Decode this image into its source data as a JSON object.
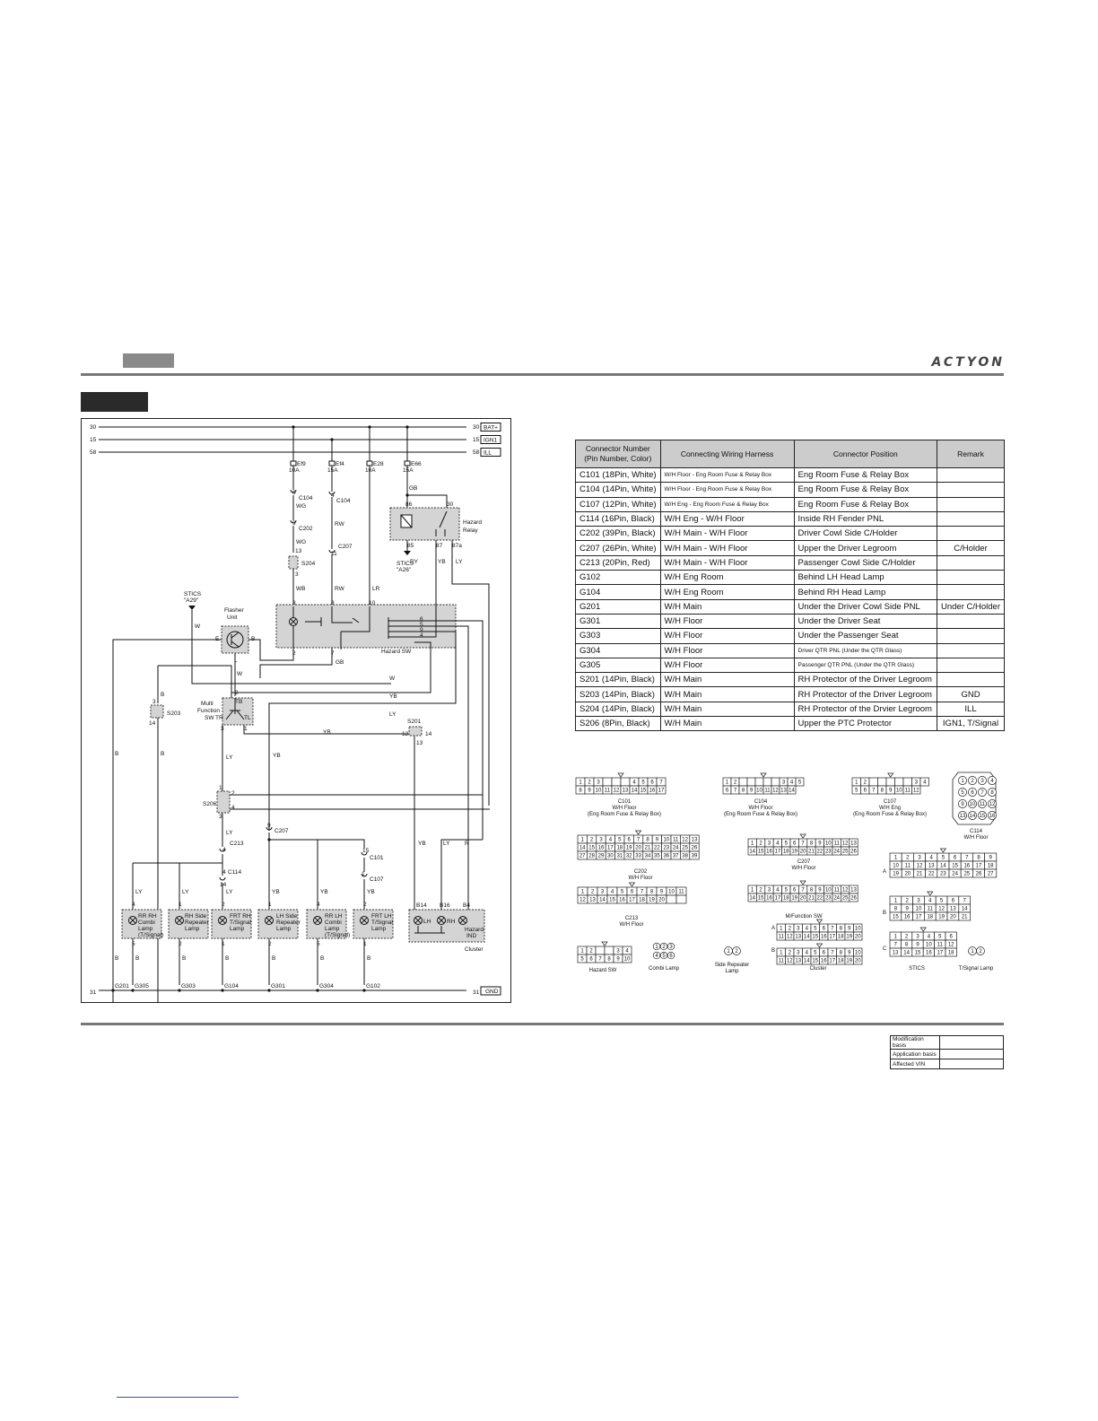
{
  "header": {
    "brand_logo": "ACTYON"
  },
  "diagram": {
    "buses": [
      {
        "num": "30",
        "label": "BAT+"
      },
      {
        "num": "15",
        "label": "IGN1"
      },
      {
        "num": "58",
        "label": "ILL"
      }
    ],
    "fuses": [
      {
        "name": "Ef9",
        "amp": "10A"
      },
      {
        "name": "Ef4",
        "amp": "15A"
      },
      {
        "name": "E28",
        "amp": "10A"
      },
      {
        "name": "E66",
        "amp": "15A"
      }
    ],
    "labels": {
      "c104a": "C104",
      "c104b": "C104",
      "c202": "C202",
      "c207a": "C207",
      "c207b": "C207",
      "s204": "S204",
      "s203": "S203",
      "s201": "S201",
      "s206": "S206",
      "c213": "C213",
      "c114": "C114",
      "c101": "C101",
      "c107": "C107",
      "hazard_relay": [
        "Hazard",
        "Relay"
      ],
      "stics_a26": [
        "STICS",
        "\"A26\""
      ],
      "stics_a29": [
        "STICS",
        "\"A29\""
      ],
      "flasher": [
        "Flasher",
        "Unit"
      ],
      "hazard_sw": "Hazard SW",
      "multi_sw": [
        "Multi",
        "Function",
        "SW"
      ],
      "cluster": "Cluster",
      "hazard_ind": [
        "Hazard",
        "IND"
      ]
    },
    "wire_colors": {
      "wg": "WG",
      "wb": "WB",
      "rw": "RW",
      "lr": "LR",
      "gb": "GB",
      "ry": "RY",
      "yb": "YB",
      "ly": "LY",
      "w": "W",
      "b": "B",
      "r": "R"
    },
    "pins": {
      "relay": [
        "86",
        "30",
        "85",
        "87",
        "87a"
      ],
      "hazard_sw": [
        "3",
        "8",
        "10",
        "2",
        "7",
        "6",
        "5",
        "9",
        "4"
      ],
      "cluster": [
        "B14",
        "B16",
        "B4"
      ]
    },
    "lamps": [
      {
        "pin": "4",
        "name": [
          "RR RH",
          "Combi",
          "Lamp",
          "(T/Signal)"
        ],
        "pin2": "5"
      },
      {
        "pin": "1",
        "name": [
          "RH Side",
          "Repeater",
          "Lamp"
        ],
        "pin2": "2"
      },
      {
        "pin": "2",
        "name": [
          "FRT RH",
          "T/Signal",
          "Lamp"
        ],
        "pin2": "1"
      },
      {
        "pin": "1",
        "name": [
          "LH Side",
          "Repeater",
          "Lamp"
        ],
        "pin2": "2"
      },
      {
        "pin": "4",
        "name": [
          "RR LH",
          "Combi",
          "Lamp",
          "(T/Signal)"
        ],
        "pin2": "5"
      },
      {
        "pin": "2",
        "name": [
          "FRT LH",
          "T/Signal",
          "Lamp"
        ],
        "pin2": "1"
      }
    ],
    "cluster_lamps": [
      "LH",
      "RH"
    ],
    "grounds": [
      "G201",
      "G305",
      "G303",
      "G104",
      "G301",
      "G304",
      "G102"
    ],
    "gnd_bus": {
      "num": "31",
      "label": "GND"
    }
  },
  "connector_table": {
    "headers": [
      "Connector Number (Pin Number, Color)",
      "Connecting Wiring Harness",
      "Connector Position",
      "Remark"
    ],
    "rows": [
      [
        "C101 (18Pin, White)",
        "W/H Floor - Eng Room Fuse & Relay Box",
        "Eng Room Fuse & Relay Box",
        ""
      ],
      [
        "C104 (14Pin, White)",
        "W/H Floor - Eng Room Fuse & Relay Box",
        "Eng Room Fuse & Relay Box",
        ""
      ],
      [
        "C107 (12Pin, White)",
        "W/H Eng - Eng Room Fuse & Relay Box",
        "Eng Room Fuse & Relay Box",
        ""
      ],
      [
        "C114 (16Pin, Black)",
        "W/H Eng - W/H Floor",
        "Inside RH Fender PNL",
        ""
      ],
      [
        "C202 (39Pin, Black)",
        "W/H Main - W/H Floor",
        "Driver Cowl Side C/Holder",
        ""
      ],
      [
        "C207 (26Pin, White)",
        "W/H Main - W/H Floor",
        "Upper the Driver Legroom",
        "C/Holder"
      ],
      [
        "C213 (20Pin, Red)",
        "W/H Main - W/H Floor",
        "Passenger Cowl Side C/Holder",
        ""
      ],
      [
        "G102",
        "W/H Eng Room",
        "Behind LH Head Lamp",
        ""
      ],
      [
        "G104",
        "W/H Eng Room",
        "Behind RH Head Lamp",
        ""
      ],
      [
        "G201",
        "W/H Main",
        "Under the Driver Cowl Side PNL",
        "Under C/Holder"
      ],
      [
        "G301",
        "W/H Floor",
        "Under the Driver Seat",
        ""
      ],
      [
        "G303",
        "W/H Floor",
        "Under the Passenger Seat",
        ""
      ],
      [
        "G304",
        "W/H Floor",
        "Driver QTR PNL (Under the QTR Glass)",
        ""
      ],
      [
        "G305",
        "W/H Floor",
        "Passenger QTR PNL (Under the QTR Glass)",
        ""
      ],
      [
        "S201 (14Pin, Black)",
        "W/H Main",
        "RH Protector of the Driver Legroom",
        ""
      ],
      [
        "S203 (14Pin, Black)",
        "W/H Main",
        "RH Protector of the Driver Legroom",
        "GND"
      ],
      [
        "S204 (14Pin, Black)",
        "W/H Main",
        "RH Protector of the Drvier Legroom",
        "ILL"
      ],
      [
        "S206 (8Pin, Black)",
        "W/H Main",
        "Upper the PTC Protector",
        "IGN1, T/Signal"
      ]
    ]
  },
  "connector_views": {
    "c101": [
      "C101",
      "W/H Floor",
      "(Eng Room Fuse & Relay Box)"
    ],
    "c104": [
      "C104",
      "W/H Floor",
      "(Eng Room Fuse & Relay Box)"
    ],
    "c107": [
      "C107",
      "W/H Eng",
      "(Eng Room Fuse & Relay Box)"
    ],
    "c114": [
      "C114",
      "W/H Floor"
    ],
    "c202": [
      "C202",
      "W/H Floor"
    ],
    "c207": [
      "C207",
      "W/H Floor"
    ],
    "mfsw": "M/Function SW",
    "c213": [
      "C213",
      "W/H Floor"
    ],
    "cluster": "Cluster",
    "stics": "STICS",
    "hazard_sw": "Hazard SW",
    "combi": "Combi Lamp",
    "side_rep": [
      "Side Repeater",
      "Lamp"
    ],
    "tsignal": "T/Signal Lamp",
    "row_letters": [
      "A",
      "B",
      "C"
    ]
  },
  "modification": {
    "rows": [
      "Modification basis",
      "Application basis",
      "Affected VIN"
    ]
  }
}
